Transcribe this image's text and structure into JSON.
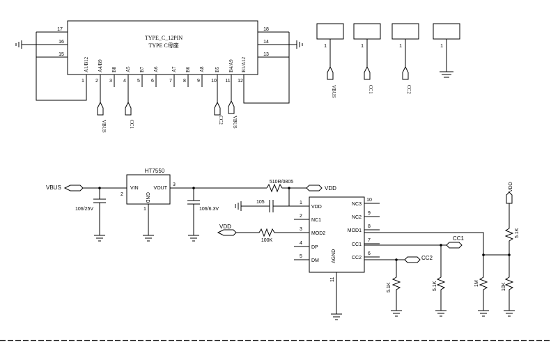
{
  "connector": {
    "title": "TYPE_C_12PIN",
    "subtitle": "TYPE C母座",
    "left_pins": [
      "17",
      "16",
      "15"
    ],
    "right_pins": [
      "18",
      "14",
      "13"
    ],
    "bottom_pin_numbers": [
      "1",
      "2",
      "3",
      "4",
      "5",
      "6",
      "7",
      "8",
      "9",
      "10",
      "11",
      "12"
    ],
    "bottom_pin_names": [
      "A1/B12",
      "A4/B9",
      "B8",
      "A5",
      "B7",
      "A6",
      "A7",
      "B6",
      "A8",
      "B5",
      "B4/A9",
      "B1/A12"
    ],
    "net_labels": [
      "VBUS",
      "CC1",
      "CC2",
      "VBUS"
    ]
  },
  "net_ports": {
    "pin_number": "1",
    "labels": [
      "VBUS",
      "CC1",
      "CC2"
    ]
  },
  "regulator": {
    "part": "HT7550",
    "vin": "VIN",
    "vout": "VOUT",
    "gnd": "GND",
    "pin_vin": "2",
    "pin_vout": "3",
    "pin_gnd": "1",
    "input_net": "VBUS",
    "c_in": "106/25V",
    "c_out": "106/6.3V",
    "r_series": "510R/0805",
    "output_net": "VDD",
    "c_decoupling": "105"
  },
  "controller": {
    "left_pins": [
      {
        "num": "1",
        "name": "VDD"
      },
      {
        "num": "2",
        "name": "NC1"
      },
      {
        "num": "3",
        "name": "MOD2"
      },
      {
        "num": "4",
        "name": "DP"
      },
      {
        "num": "5",
        "name": "DM"
      }
    ],
    "right_pins": [
      {
        "num": "10",
        "name": "NC3"
      },
      {
        "num": "9",
        "name": "NC2"
      },
      {
        "num": "8",
        "name": "MOD1"
      },
      {
        "num": "7",
        "name": "CC1"
      },
      {
        "num": "6",
        "name": "CC2"
      }
    ],
    "bottom_pin": {
      "num": "11",
      "name": "AGND"
    },
    "mod2_net": "VDD",
    "mod2_resistor": "100K",
    "cc1_net": "CC1",
    "cc2_net": "CC2",
    "r_cc2": "5.1K",
    "r_cc1": "5.1K",
    "r_mod1_low": "1M",
    "r_div_top": "5.1K",
    "r_div_bottom": "10K",
    "div_net": "VDD"
  }
}
